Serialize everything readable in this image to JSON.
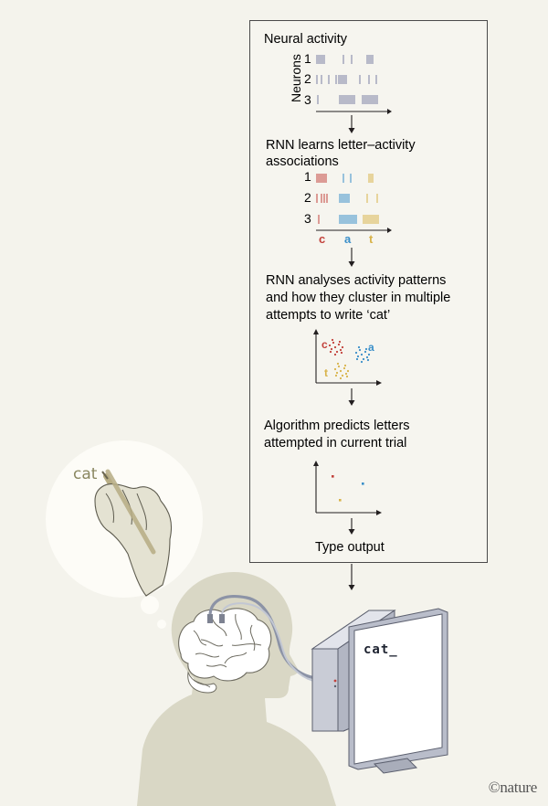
{
  "steps": {
    "neural_activity": "Neural activity",
    "rnn_learns": [
      "RNN learns letter–activity",
      "associations"
    ],
    "rnn_analyses": [
      "RNN analyses activity patterns",
      "and how they cluster in multiple",
      "attempts to write ‘cat’"
    ],
    "algorithm": [
      "Algorithm predicts letters",
      "attempted in current trial"
    ],
    "type_output": "Type output"
  },
  "raster": {
    "y_label": "Neurons",
    "rows": [
      "1",
      "2",
      "3"
    ],
    "letters": [
      "c",
      "a",
      "t"
    ]
  },
  "handwriting": "cat",
  "screen_text": "cat_",
  "credit": "©nature",
  "colors": {
    "letter_c": "#c2413b",
    "letter_a": "#3a8fc9",
    "letter_t": "#d8b34a",
    "spikes_neutral": "#7a7fa3",
    "head": "#d9d7c5",
    "bubble": "#fdfcf7",
    "monitor": "#c9ccd6"
  }
}
